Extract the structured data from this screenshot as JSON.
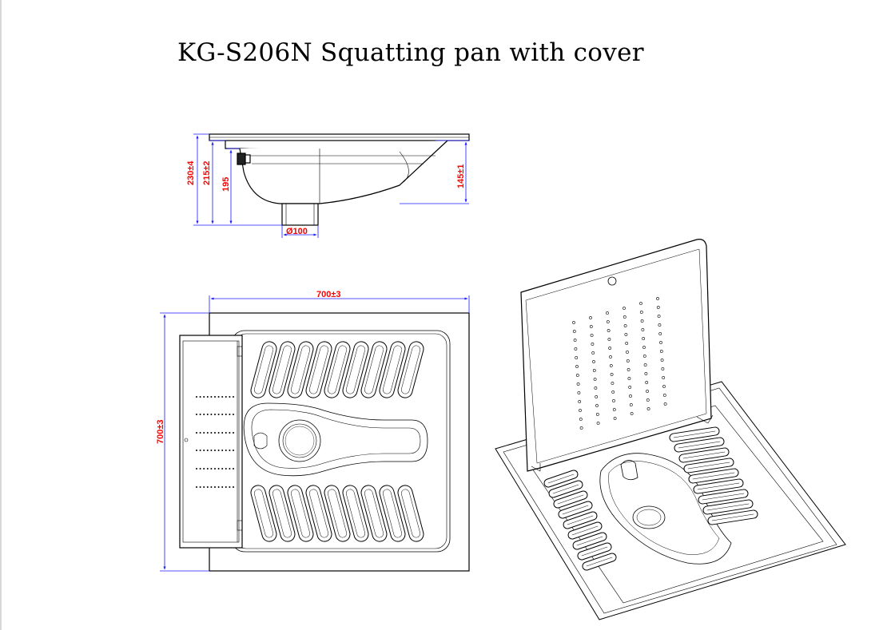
{
  "title": "KG-S206N Squatting pan with cover",
  "dimensions": {
    "overall_height": "230±4",
    "rim_height": "215±2",
    "bowl_depth": "195",
    "front_depth": "145±1",
    "outlet_diameter": "Ø100",
    "width": "700±3",
    "length": "700±3"
  },
  "colors": {
    "dimension_text": "#ff0000",
    "dimension_line": "#1a1aff",
    "outline": "#000000"
  }
}
